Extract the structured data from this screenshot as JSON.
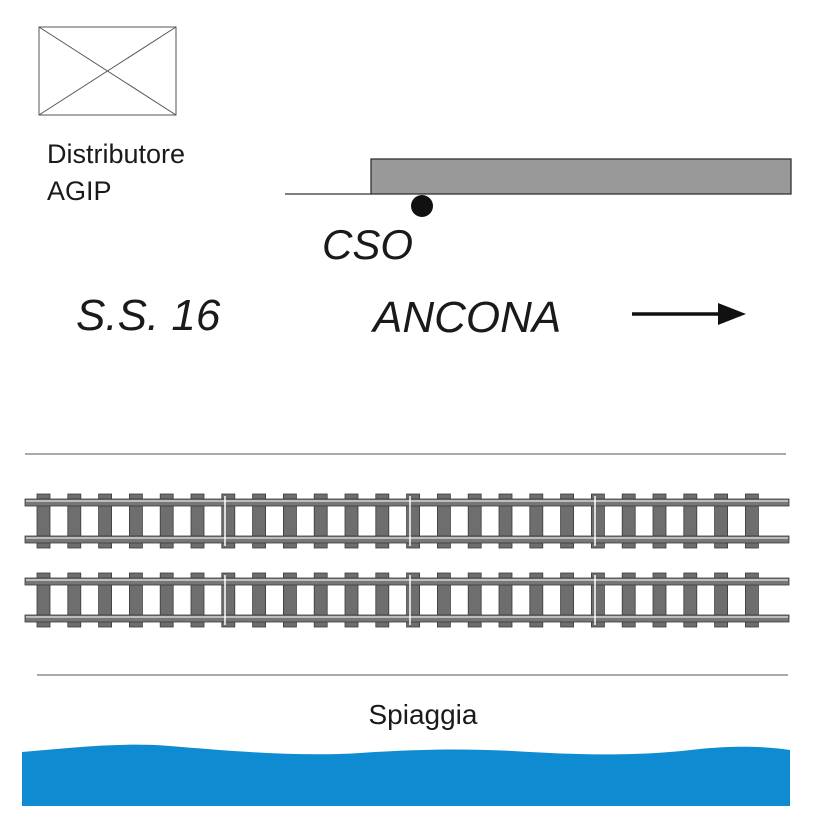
{
  "labels": {
    "station": "Distributore\nAGIP",
    "station_line1": "Distributore",
    "station_line2": "AGIP",
    "cso": "CSO",
    "road": "S.S. 16",
    "direction": "ANCONA",
    "beach": "Spiaggia"
  },
  "icons": {
    "station_box": "crossed-box-icon",
    "direction_arrow": "right-arrow-icon",
    "cso_marker": "dot-marker-icon"
  },
  "tracks": {
    "count": 2
  },
  "colors": {
    "background": "#ffffff",
    "text": "#1a1a1a",
    "platform": "#999999",
    "rail": "#777777",
    "sleeper": "#6e6e6e",
    "sea": "#0f8bd1",
    "line": "#555555"
  }
}
